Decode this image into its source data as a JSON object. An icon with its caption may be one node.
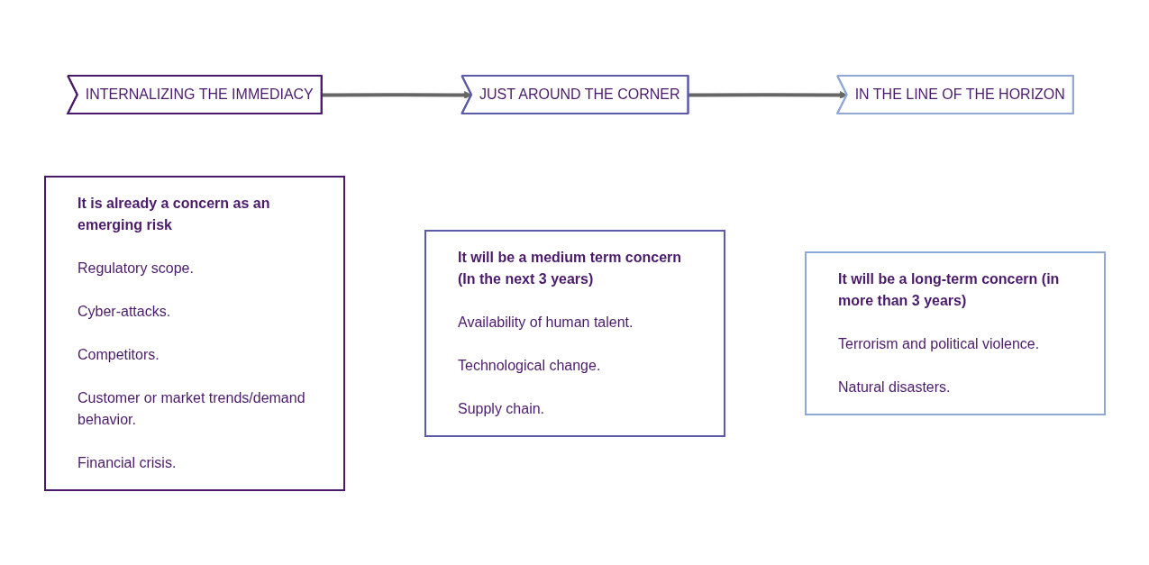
{
  "diagram": {
    "nodes": [
      {
        "text": [
          "INTERNALIZING THE IMMEDIACY"
        ]
      },
      {
        "text": [
          "JUST AROUND THE CORNER"
        ]
      },
      {
        "text": [
          "IN THE LINE OF THE HORIZON"
        ]
      },
      {
        "text": [
          "It is already a concern as an emerging risk",
          "Regulatory scope.",
          "Cyber-attacks.",
          "Competitors.",
          "Customer or market trends/demand behavior.",
          "Financial crisis."
        ]
      },
      {
        "text": [
          "It will be a medium term concern (In the next 3 years)",
          "Availability of human talent.",
          "Technological change.",
          "Supply chain."
        ]
      },
      {
        "text": [
          "It will be a long-term concern (in more than 3 years)",
          "Terrorism and political violence.",
          "Natural disasters."
        ]
      }
    ],
    "edges": [
      {
        "from": 0,
        "to": 1,
        "arrow": "to"
      },
      {
        "from": 1,
        "to": 2,
        "arrow": "to"
      }
    ]
  }
}
